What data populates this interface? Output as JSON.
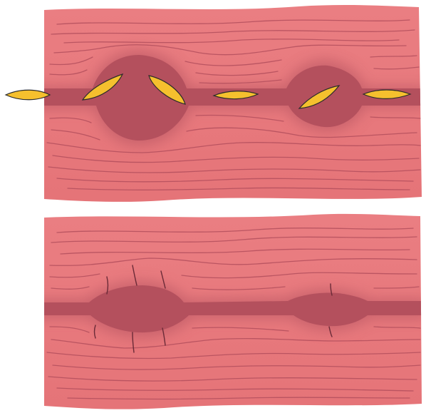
{
  "colors": {
    "tissue": "#e8787c",
    "tissue_light": "#f08f90",
    "fibre": "#b04d5b",
    "cavity": "#b4505d",
    "cavity_edge": "#c65f68",
    "crack": "#6a2a37",
    "bone_fill": "#f5c02e",
    "bone_stroke": "#2b2b2b",
    "background": "#ffffff"
  },
  "panels": [
    {
      "id": "top",
      "state": "with-fragments",
      "fragment_count": 6
    },
    {
      "id": "bottom",
      "state": "healed-cavity",
      "fragment_count": 0
    }
  ]
}
